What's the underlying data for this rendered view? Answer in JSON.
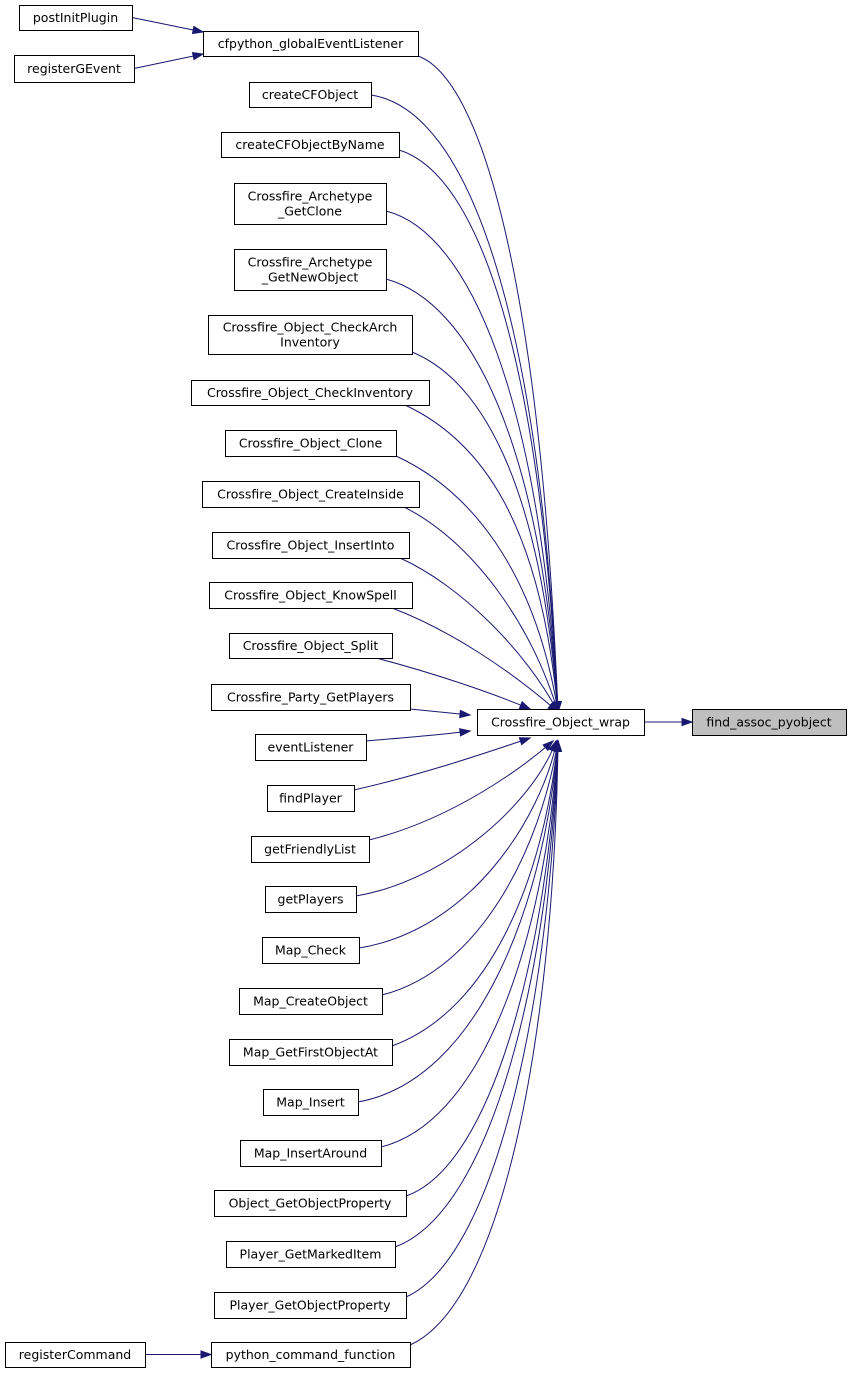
{
  "nodes": {
    "postInitPlugin": {
      "label": [
        "postInitPlugin"
      ]
    },
    "registerGEvent": {
      "label": [
        "registerGEvent"
      ]
    },
    "cfpython_globalEventListener": {
      "label": [
        "cfpython_globalEventListener"
      ]
    },
    "createCFObject": {
      "label": [
        "createCFObject"
      ]
    },
    "createCFObjectByName": {
      "label": [
        "createCFObjectByName"
      ]
    },
    "Crossfire_Archetype_GetClone": {
      "label": [
        "Crossfire_Archetype",
        "_GetClone"
      ]
    },
    "Crossfire_Archetype_GetNewObject": {
      "label": [
        "Crossfire_Archetype",
        "_GetNewObject"
      ]
    },
    "Crossfire_Object_CheckArchInventory": {
      "label": [
        "Crossfire_Object_CheckArch",
        "Inventory"
      ]
    },
    "Crossfire_Object_CheckInventory": {
      "label": [
        "Crossfire_Object_CheckInventory"
      ]
    },
    "Crossfire_Object_Clone": {
      "label": [
        "Crossfire_Object_Clone"
      ]
    },
    "Crossfire_Object_CreateInside": {
      "label": [
        "Crossfire_Object_CreateInside"
      ]
    },
    "Crossfire_Object_InsertInto": {
      "label": [
        "Crossfire_Object_InsertInto"
      ]
    },
    "Crossfire_Object_KnowSpell": {
      "label": [
        "Crossfire_Object_KnowSpell"
      ]
    },
    "Crossfire_Object_Split": {
      "label": [
        "Crossfire_Object_Split"
      ]
    },
    "Crossfire_Party_GetPlayers": {
      "label": [
        "Crossfire_Party_GetPlayers"
      ]
    },
    "eventListener": {
      "label": [
        "eventListener"
      ]
    },
    "findPlayer": {
      "label": [
        "findPlayer"
      ]
    },
    "getFriendlyList": {
      "label": [
        "getFriendlyList"
      ]
    },
    "getPlayers": {
      "label": [
        "getPlayers"
      ]
    },
    "Map_Check": {
      "label": [
        "Map_Check"
      ]
    },
    "Map_CreateObject": {
      "label": [
        "Map_CreateObject"
      ]
    },
    "Map_GetFirstObjectAt": {
      "label": [
        "Map_GetFirstObjectAt"
      ]
    },
    "Map_Insert": {
      "label": [
        "Map_Insert"
      ]
    },
    "Map_InsertAround": {
      "label": [
        "Map_InsertAround"
      ]
    },
    "Object_GetObjectProperty": {
      "label": [
        "Object_GetObjectProperty"
      ]
    },
    "Player_GetMarkedItem": {
      "label": [
        "Player_GetMarkedItem"
      ]
    },
    "Player_GetObjectProperty": {
      "label": [
        "Player_GetObjectProperty"
      ]
    },
    "registerCommand": {
      "label": [
        "registerCommand"
      ]
    },
    "python_command_function": {
      "label": [
        "python_command_function"
      ]
    },
    "Crossfire_Object_wrap": {
      "label": [
        "Crossfire_Object_wrap"
      ]
    },
    "find_assoc_pyobject": {
      "label": [
        "find_assoc_pyobject"
      ],
      "highlight": true
    }
  },
  "edges": [
    {
      "from": "postInitPlugin",
      "to": "cfpython_globalEventListener"
    },
    {
      "from": "registerGEvent",
      "to": "cfpython_globalEventListener"
    },
    {
      "from": "registerCommand",
      "to": "python_command_function"
    },
    {
      "from": "cfpython_globalEventListener",
      "to": "Crossfire_Object_wrap"
    },
    {
      "from": "createCFObject",
      "to": "Crossfire_Object_wrap"
    },
    {
      "from": "createCFObjectByName",
      "to": "Crossfire_Object_wrap"
    },
    {
      "from": "Crossfire_Archetype_GetClone",
      "to": "Crossfire_Object_wrap"
    },
    {
      "from": "Crossfire_Archetype_GetNewObject",
      "to": "Crossfire_Object_wrap"
    },
    {
      "from": "Crossfire_Object_CheckArchInventory",
      "to": "Crossfire_Object_wrap"
    },
    {
      "from": "Crossfire_Object_CheckInventory",
      "to": "Crossfire_Object_wrap"
    },
    {
      "from": "Crossfire_Object_Clone",
      "to": "Crossfire_Object_wrap"
    },
    {
      "from": "Crossfire_Object_CreateInside",
      "to": "Crossfire_Object_wrap"
    },
    {
      "from": "Crossfire_Object_InsertInto",
      "to": "Crossfire_Object_wrap"
    },
    {
      "from": "Crossfire_Object_KnowSpell",
      "to": "Crossfire_Object_wrap"
    },
    {
      "from": "Crossfire_Object_Split",
      "to": "Crossfire_Object_wrap"
    },
    {
      "from": "Crossfire_Party_GetPlayers",
      "to": "Crossfire_Object_wrap"
    },
    {
      "from": "eventListener",
      "to": "Crossfire_Object_wrap"
    },
    {
      "from": "findPlayer",
      "to": "Crossfire_Object_wrap"
    },
    {
      "from": "getFriendlyList",
      "to": "Crossfire_Object_wrap"
    },
    {
      "from": "getPlayers",
      "to": "Crossfire_Object_wrap"
    },
    {
      "from": "Map_Check",
      "to": "Crossfire_Object_wrap"
    },
    {
      "from": "Map_CreateObject",
      "to": "Crossfire_Object_wrap"
    },
    {
      "from": "Map_GetFirstObjectAt",
      "to": "Crossfire_Object_wrap"
    },
    {
      "from": "Map_Insert",
      "to": "Crossfire_Object_wrap"
    },
    {
      "from": "Map_InsertAround",
      "to": "Crossfire_Object_wrap"
    },
    {
      "from": "Object_GetObjectProperty",
      "to": "Crossfire_Object_wrap"
    },
    {
      "from": "Player_GetMarkedItem",
      "to": "Crossfire_Object_wrap"
    },
    {
      "from": "Player_GetObjectProperty",
      "to": "Crossfire_Object_wrap"
    },
    {
      "from": "python_command_function",
      "to": "Crossfire_Object_wrap"
    },
    {
      "from": "Crossfire_Object_wrap",
      "to": "find_assoc_pyobject"
    }
  ],
  "colors": {
    "edge": "#191970",
    "node_border": "#000000",
    "node_fill": "#ffffff",
    "highlight_fill": "#bfbfbf"
  }
}
